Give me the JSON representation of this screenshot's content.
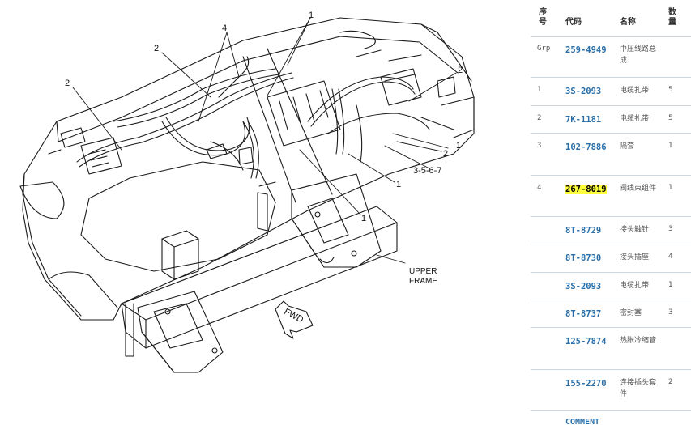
{
  "diagram": {
    "callouts": {
      "c1_top": "1",
      "c4": "4",
      "c2_a": "2",
      "c2_b": "2",
      "c2_right": "2",
      "c1_right": "1",
      "c2_mid": "2",
      "c3567": "3-5-6-7",
      "c1_low": "1",
      "c1_bottom": "1"
    },
    "upper_frame": [
      "UPPER",
      "FRAME"
    ],
    "fwd": "FWD"
  },
  "table": {
    "headers": {
      "seq": [
        "序",
        "号"
      ],
      "code": "代码",
      "name": "名称",
      "qty": [
        "数",
        "量"
      ]
    },
    "rows": [
      {
        "seq": "Grp",
        "code": "259-4949",
        "name": "中压线路总成",
        "qty": ""
      },
      {
        "seq": "1",
        "code": "3S-2093",
        "name": "电缆扎带",
        "qty": "5"
      },
      {
        "seq": "2",
        "code": "7K-1181",
        "name": "电缆扎带",
        "qty": "5"
      },
      {
        "seq": "3",
        "code": "102-7886",
        "name": "隔套",
        "qty": "1"
      },
      {
        "seq": "4",
        "code": "267-8019",
        "name": "阀线束组件",
        "qty": "1",
        "highlight": true
      },
      {
        "seq": "",
        "code": "8T-8729",
        "name": "接头触针",
        "qty": "3"
      },
      {
        "seq": "",
        "code": "8T-8730",
        "name": "接头插座",
        "qty": "4"
      },
      {
        "seq": "",
        "code": "3S-2093",
        "name": "电缆扎带",
        "qty": "1"
      },
      {
        "seq": "",
        "code": "8T-8737",
        "name": "密封塞",
        "qty": "3"
      },
      {
        "seq": "",
        "code": "125-7874",
        "name": "热胀冷缩管",
        "qty": ""
      },
      {
        "seq": "",
        "code": "155-2270",
        "name": "连接插头套件",
        "qty": "2"
      }
    ],
    "comment_link": "COMMENT"
  }
}
